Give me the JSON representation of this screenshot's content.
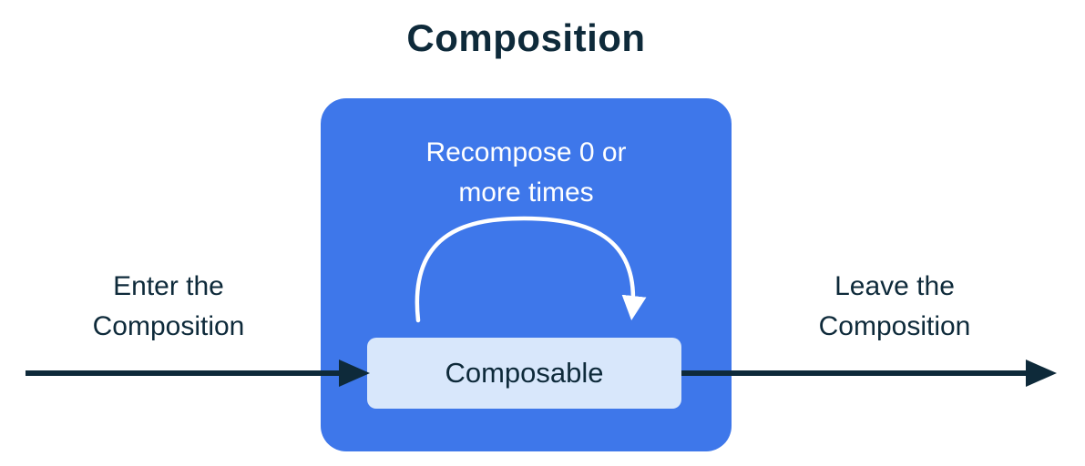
{
  "title": "Composition",
  "box": {
    "recompose_label": "Recompose 0 or\nmore times",
    "composable_label": "Composable"
  },
  "left_label": "Enter the\nComposition",
  "right_label": "Leave the\nComposition",
  "colors": {
    "ink": "#0e2a3a",
    "blue": "#3e77ea",
    "light-blue": "#d8e7fb",
    "arc": "#ffffff",
    "background": "#ffffff"
  }
}
